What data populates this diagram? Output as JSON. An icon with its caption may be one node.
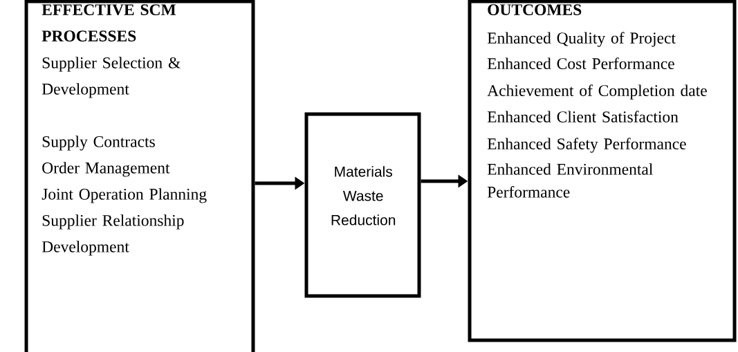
{
  "diagram": {
    "nodes": [
      {
        "text": [
          "EFFECTIVE SCM PROCESSES",
          "Supplier Selection & Development",
          "Supply Contracts",
          "Order Management",
          "Joint Operation Planning",
          "Supplier Relationship Development"
        ]
      },
      {
        "text": [
          "Materials Waste Reduction"
        ]
      },
      {
        "text": [
          "OUTCOMES",
          "Enhanced Quality of Project",
          "Enhanced Cost Performance",
          "Achievement of Completion date",
          "Enhanced Client Satisfaction",
          "Enhanced Safety Performance",
          "Enhanced Environmental Performance"
        ]
      }
    ],
    "edges": [
      {
        "from": 0,
        "to": 1,
        "arrow": "to"
      },
      {
        "from": 1,
        "to": 2,
        "arrow": "to"
      }
    ]
  }
}
